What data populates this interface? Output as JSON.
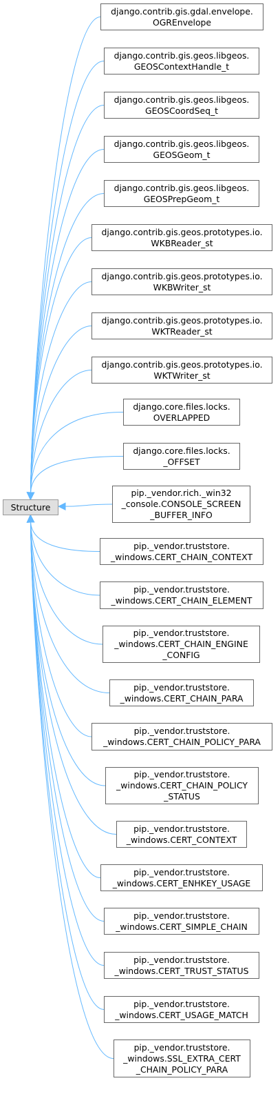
{
  "colors": {
    "edge": "#63b8ff",
    "border": "#666666",
    "root_fill": "#e0e0e0"
  },
  "root": {
    "label": "Structure"
  },
  "children": [
    {
      "lines": [
        "django.contrib.gis.gdal.envelope.",
        "OGREnvelope"
      ]
    },
    {
      "lines": [
        "django.contrib.gis.geos.libgeos.",
        "GEOSContextHandle_t"
      ]
    },
    {
      "lines": [
        "django.contrib.gis.geos.libgeos.",
        "GEOSCoordSeq_t"
      ]
    },
    {
      "lines": [
        "django.contrib.gis.geos.libgeos.",
        "GEOSGeom_t"
      ]
    },
    {
      "lines": [
        "django.contrib.gis.geos.libgeos.",
        "GEOSPrepGeom_t"
      ]
    },
    {
      "lines": [
        "django.contrib.gis.geos.prototypes.io.",
        "WKBReader_st"
      ]
    },
    {
      "lines": [
        "django.contrib.gis.geos.prototypes.io.",
        "WKBWriter_st"
      ]
    },
    {
      "lines": [
        "django.contrib.gis.geos.prototypes.io.",
        "WKTReader_st"
      ]
    },
    {
      "lines": [
        "django.contrib.gis.geos.prototypes.io.",
        "WKTWriter_st"
      ]
    },
    {
      "lines": [
        "django.core.files.locks.",
        "OVERLAPPED"
      ]
    },
    {
      "lines": [
        "django.core.files.locks.",
        "_OFFSET"
      ]
    },
    {
      "lines": [
        "pip._vendor.rich._win32",
        "_console.CONSOLE_SCREEN",
        "_BUFFER_INFO"
      ]
    },
    {
      "lines": [
        "pip._vendor.truststore.",
        "_windows.CERT_CHAIN_CONTEXT"
      ]
    },
    {
      "lines": [
        "pip._vendor.truststore.",
        "_windows.CERT_CHAIN_ELEMENT"
      ]
    },
    {
      "lines": [
        "pip._vendor.truststore.",
        "_windows.CERT_CHAIN_ENGINE",
        "_CONFIG"
      ]
    },
    {
      "lines": [
        "pip._vendor.truststore.",
        "_windows.CERT_CHAIN_PARA"
      ]
    },
    {
      "lines": [
        "pip._vendor.truststore.",
        "_windows.CERT_CHAIN_POLICY_PARA"
      ]
    },
    {
      "lines": [
        "pip._vendor.truststore.",
        "_windows.CERT_CHAIN_POLICY",
        "_STATUS"
      ]
    },
    {
      "lines": [
        "pip._vendor.truststore.",
        "_windows.CERT_CONTEXT"
      ]
    },
    {
      "lines": [
        "pip._vendor.truststore.",
        "_windows.CERT_ENHKEY_USAGE"
      ]
    },
    {
      "lines": [
        "pip._vendor.truststore.",
        "_windows.CERT_SIMPLE_CHAIN"
      ]
    },
    {
      "lines": [
        "pip._vendor.truststore.",
        "_windows.CERT_TRUST_STATUS"
      ]
    },
    {
      "lines": [
        "pip._vendor.truststore.",
        "_windows.CERT_USAGE_MATCH"
      ]
    },
    {
      "lines": [
        "pip._vendor.truststore.",
        "_windows.SSL_EXTRA_CERT",
        "_CHAIN_POLICY_PARA"
      ]
    }
  ]
}
